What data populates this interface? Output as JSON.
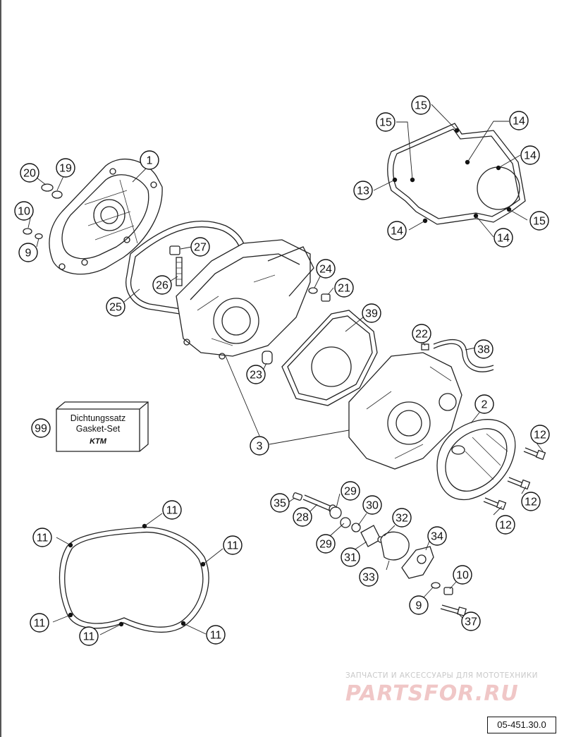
{
  "callouts": [
    {
      "id": "c1",
      "label": "1"
    },
    {
      "id": "c2",
      "label": "2"
    },
    {
      "id": "c3",
      "label": "3"
    },
    {
      "id": "c9a",
      "label": "9"
    },
    {
      "id": "c9b",
      "label": "9"
    },
    {
      "id": "c10a",
      "label": "10"
    },
    {
      "id": "c10b",
      "label": "10"
    },
    {
      "id": "c11a",
      "label": "11"
    },
    {
      "id": "c11b",
      "label": "11"
    },
    {
      "id": "c11c",
      "label": "11"
    },
    {
      "id": "c11d",
      "label": "11"
    },
    {
      "id": "c11e",
      "label": "11"
    },
    {
      "id": "c11f",
      "label": "11"
    },
    {
      "id": "c12a",
      "label": "12"
    },
    {
      "id": "c12b",
      "label": "12"
    },
    {
      "id": "c12c",
      "label": "12"
    },
    {
      "id": "c13",
      "label": "13"
    },
    {
      "id": "c14a",
      "label": "14"
    },
    {
      "id": "c14b",
      "label": "14"
    },
    {
      "id": "c14c",
      "label": "14"
    },
    {
      "id": "c14d",
      "label": "14"
    },
    {
      "id": "c15a",
      "label": "15"
    },
    {
      "id": "c15b",
      "label": "15"
    },
    {
      "id": "c15c",
      "label": "15"
    },
    {
      "id": "c19",
      "label": "19"
    },
    {
      "id": "c20",
      "label": "20"
    },
    {
      "id": "c21",
      "label": "21"
    },
    {
      "id": "c22",
      "label": "22"
    },
    {
      "id": "c23",
      "label": "23"
    },
    {
      "id": "c24",
      "label": "24"
    },
    {
      "id": "c25",
      "label": "25"
    },
    {
      "id": "c26",
      "label": "26"
    },
    {
      "id": "c27",
      "label": "27"
    },
    {
      "id": "c28",
      "label": "28"
    },
    {
      "id": "c29a",
      "label": "29"
    },
    {
      "id": "c29b",
      "label": "29"
    },
    {
      "id": "c30",
      "label": "30"
    },
    {
      "id": "c31",
      "label": "31"
    },
    {
      "id": "c32",
      "label": "32"
    },
    {
      "id": "c33",
      "label": "33"
    },
    {
      "id": "c34",
      "label": "34"
    },
    {
      "id": "c35",
      "label": "35"
    },
    {
      "id": "c37",
      "label": "37"
    },
    {
      "id": "c38",
      "label": "38"
    },
    {
      "id": "c39",
      "label": "39"
    },
    {
      "id": "c99",
      "label": "99"
    }
  ],
  "gasket_box": {
    "line1": "Dichtungssatz",
    "line2": "Gasket-Set",
    "logo": "KTM"
  },
  "watermark": {
    "tagline": "ЗАПЧАСТИ И АКСЕССУАРЫ ДЛЯ МОТОТЕХНИКИ",
    "brand": "PARTSFOR.RU"
  },
  "drawing_code": "05-451.30.0"
}
